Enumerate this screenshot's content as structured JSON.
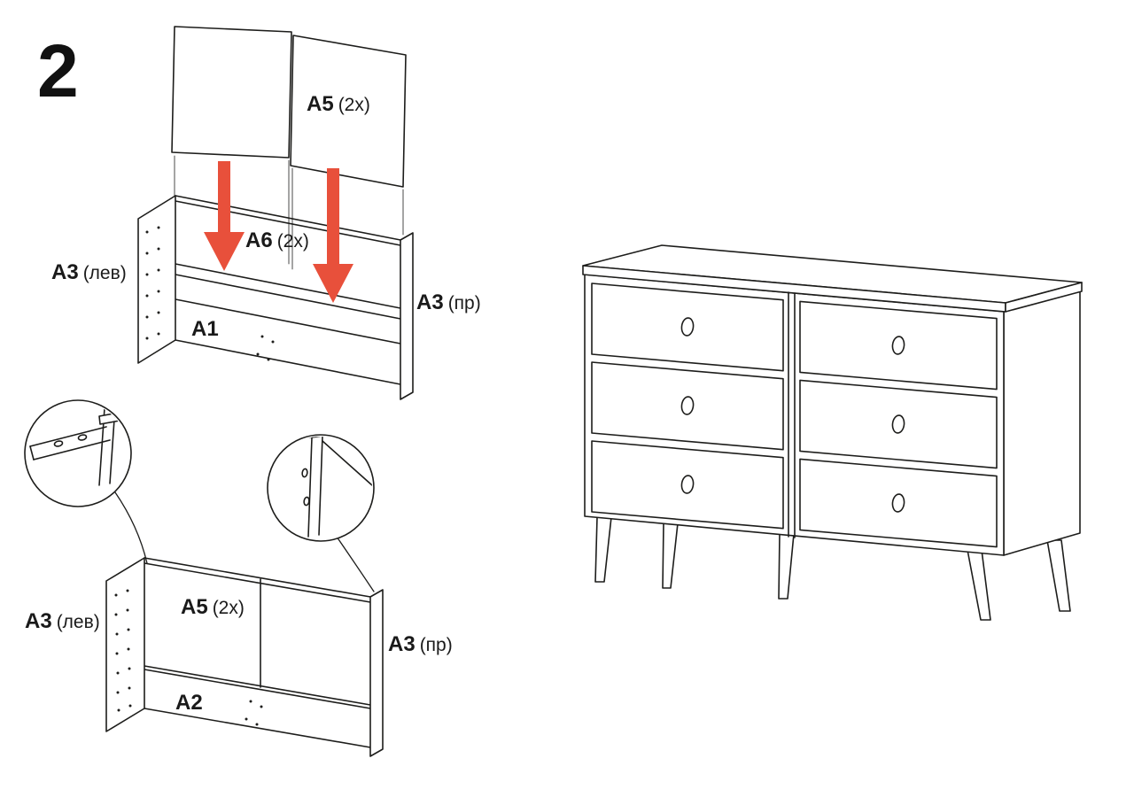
{
  "step": {
    "number": "2"
  },
  "colors": {
    "line": "#1d1d1b",
    "arrow": "#e8503b",
    "background": "#ffffff"
  },
  "diagram_insert": {
    "labels": {
      "a5": {
        "part": "A5",
        "qty": "(2x)"
      },
      "a6": {
        "part": "A6",
        "qty": "(2x)"
      },
      "a3_left": {
        "part": "A3",
        "qty": "(лев)"
      },
      "a3_right": {
        "part": "A3",
        "qty": "(пр)"
      },
      "a1": {
        "part": "A1",
        "qty": ""
      }
    }
  },
  "diagram_detail": {
    "labels": {
      "a5": {
        "part": "A5",
        "qty": "(2x)"
      },
      "a3_left": {
        "part": "A3",
        "qty": "(лев)"
      },
      "a3_right": {
        "part": "A3",
        "qty": "(пр)"
      },
      "a2": {
        "part": "A2",
        "qty": ""
      }
    }
  }
}
